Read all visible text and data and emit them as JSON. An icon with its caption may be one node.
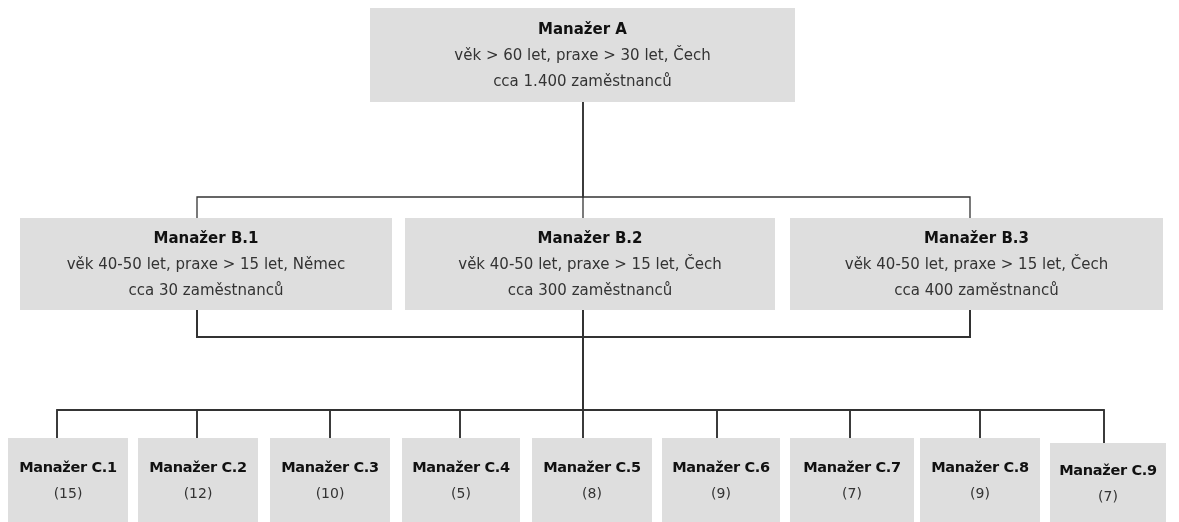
{
  "diagram": {
    "nodes": [
      {
        "text": [
          "Manažer A",
          "věk > 60 let, praxe > 30 let, Čech",
          "cca 1.400 zaměstnanců"
        ]
      },
      {
        "text": [
          "Manažer B.1",
          "věk 40-50 let, praxe > 15 let, Němec",
          "cca 30 zaměstnanců"
        ]
      },
      {
        "text": [
          "Manažer B.2",
          "věk 40-50 let, praxe > 15 let, Čech",
          "cca 300 zaměstnanců"
        ]
      },
      {
        "text": [
          "Manažer B.3",
          "věk 40-50 let, praxe > 15 let, Čech",
          "cca 400 zaměstnanců"
        ]
      },
      {
        "text": [
          "Manažer C.1",
          "(15)"
        ]
      },
      {
        "text": [
          "Manažer C.2",
          "(12)"
        ]
      },
      {
        "text": [
          "Manažer C.3",
          "(10)"
        ]
      },
      {
        "text": [
          "Manažer C.4",
          "(5)"
        ]
      },
      {
        "text": [
          "Manažer C.5",
          "(8)"
        ]
      },
      {
        "text": [
          "Manažer C.6",
          "(9)"
        ]
      },
      {
        "text": [
          "Manažer C.7",
          "(7)"
        ]
      },
      {
        "text": [
          "Manažer C.8",
          "(9)"
        ]
      },
      {
        "text": [
          "Manažer C.9",
          "(7)"
        ]
      }
    ],
    "edges": [
      {
        "from": 0,
        "to": 1,
        "arrow": "none"
      },
      {
        "from": 0,
        "to": 2,
        "arrow": "none"
      },
      {
        "from": 0,
        "to": 3,
        "arrow": "none"
      },
      {
        "from": 1,
        "to": 4,
        "arrow": "none"
      },
      {
        "from": 1,
        "to": 5,
        "arrow": "none"
      },
      {
        "from": 1,
        "to": 6,
        "arrow": "none"
      },
      {
        "from": 1,
        "to": 7,
        "arrow": "none"
      },
      {
        "from": 1,
        "to": 8,
        "arrow": "none"
      },
      {
        "from": 1,
        "to": 9,
        "arrow": "none"
      },
      {
        "from": 1,
        "to": 10,
        "arrow": "none"
      },
      {
        "from": 1,
        "to": 11,
        "arrow": "none"
      },
      {
        "from": 1,
        "to": 12,
        "arrow": "none"
      },
      {
        "from": 2,
        "to": 4,
        "arrow": "none"
      },
      {
        "from": 2,
        "to": 5,
        "arrow": "none"
      },
      {
        "from": 2,
        "to": 6,
        "arrow": "none"
      },
      {
        "from": 2,
        "to": 7,
        "arrow": "none"
      },
      {
        "from": 2,
        "to": 8,
        "arrow": "none"
      },
      {
        "from": 2,
        "to": 9,
        "arrow": "none"
      },
      {
        "from": 2,
        "to": 10,
        "arrow": "none"
      },
      {
        "from": 2,
        "to": 11,
        "arrow": "none"
      },
      {
        "from": 2,
        "to": 12,
        "arrow": "none"
      },
      {
        "from": 3,
        "to": 4,
        "arrow": "none"
      },
      {
        "from": 3,
        "to": 5,
        "arrow": "none"
      },
      {
        "from": 3,
        "to": 6,
        "arrow": "none"
      },
      {
        "from": 3,
        "to": 7,
        "arrow": "none"
      },
      {
        "from": 3,
        "to": 8,
        "arrow": "none"
      },
      {
        "from": 3,
        "to": 9,
        "arrow": "none"
      },
      {
        "from": 3,
        "to": 10,
        "arrow": "none"
      },
      {
        "from": 3,
        "to": 11,
        "arrow": "none"
      },
      {
        "from": 3,
        "to": 12,
        "arrow": "none"
      }
    ]
  }
}
